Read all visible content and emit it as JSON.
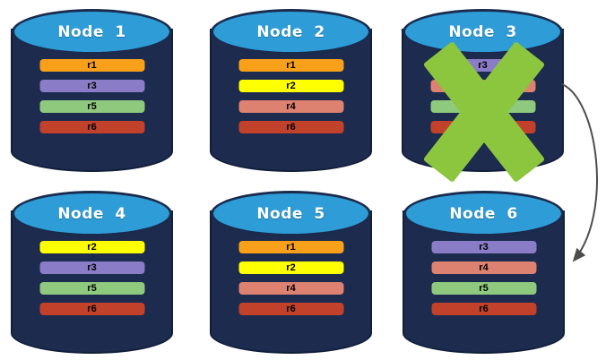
{
  "nodes": [
    {
      "label": "Node 1",
      "replicas": [
        {
          "label": "r1",
          "color": "#F9A01B"
        },
        {
          "label": "r3",
          "color": "#8A7CC6"
        },
        {
          "label": "r5",
          "color": "#8FC97E"
        },
        {
          "label": "r6",
          "color": "#C2412B"
        }
      ]
    },
    {
      "label": "Node 2",
      "replicas": [
        {
          "label": "r1",
          "color": "#F9A01B"
        },
        {
          "label": "r2",
          "color": "#FEFF00"
        },
        {
          "label": "r4",
          "color": "#DD8170"
        },
        {
          "label": "r6",
          "color": "#C2412B"
        }
      ]
    },
    {
      "label": "Node 3",
      "failed": true,
      "replicas": [
        {
          "label": "r3",
          "color": "#8A7CC6"
        },
        {
          "label": "r4",
          "color": "#DD8170"
        },
        {
          "label": "r5",
          "color": "#8FC97E"
        },
        {
          "label": "r6",
          "color": "#C2412B"
        }
      ]
    },
    {
      "label": "Node 4",
      "replicas": [
        {
          "label": "r2",
          "color": "#FEFF00"
        },
        {
          "label": "r3",
          "color": "#8A7CC6"
        },
        {
          "label": "r5",
          "color": "#8FC97E"
        },
        {
          "label": "r6",
          "color": "#C2412B"
        }
      ]
    },
    {
      "label": "Node 5",
      "replicas": [
        {
          "label": "r1",
          "color": "#F9A01B"
        },
        {
          "label": "r2",
          "color": "#FEFF00"
        },
        {
          "label": "r4",
          "color": "#DD8170"
        },
        {
          "label": "r6",
          "color": "#C2412B"
        }
      ]
    },
    {
      "label": "Node 6",
      "replicas": [
        {
          "label": "r3",
          "color": "#8A7CC6"
        },
        {
          "label": "r4",
          "color": "#DD8170"
        },
        {
          "label": "r5",
          "color": "#8FC97E"
        },
        {
          "label": "r6",
          "color": "#C2412B"
        }
      ]
    }
  ],
  "x_mark": {
    "on_node": "Node 3",
    "color": "#8CC63E"
  },
  "arrow": {
    "from": "Node 3",
    "to": "Node 6",
    "color": "#4D4D4D"
  },
  "palette": {
    "cylinder_body": "#1C2B4E",
    "cylinder_top": "#2E9CD6",
    "title_text": "#FFFFFF",
    "replica_text": "#000000"
  }
}
